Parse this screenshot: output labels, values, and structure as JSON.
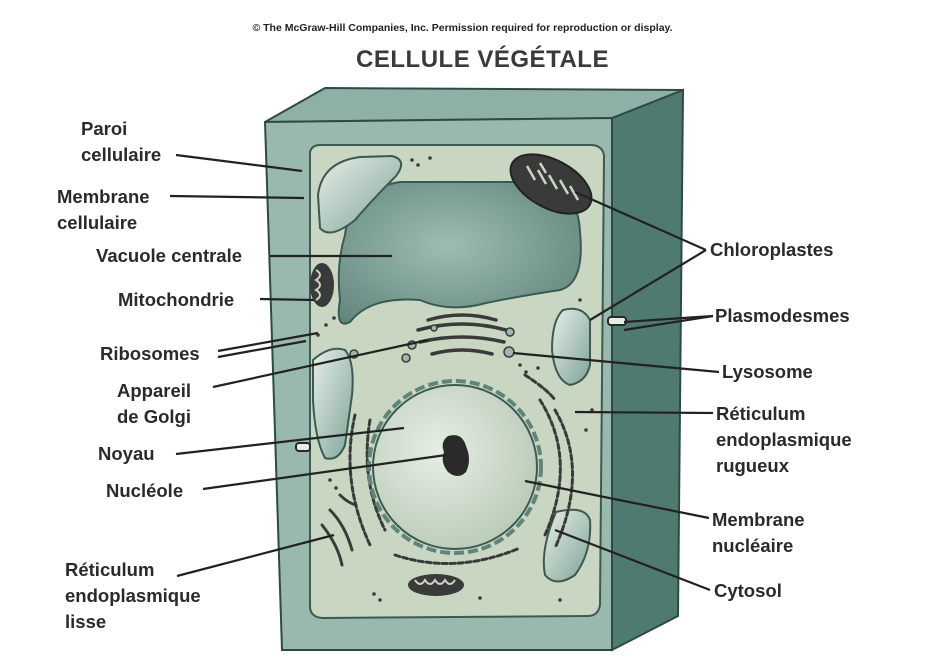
{
  "header": {
    "copyright": "© The McGraw-Hill Companies, Inc. Permission required for reproduction or display.",
    "title": "CELLULE VÉGÉTALE"
  },
  "labels": {
    "paroi": "Paroi\ncellulaire",
    "membrane": "Membrane\ncellulaire",
    "vacuole": "Vacuole centrale",
    "mitochondrie": "Mitochondrie",
    "ribosomes": "Ribosomes",
    "golgi": "Appareil\nde Golgi",
    "noyau": "Noyau",
    "nucleole": "Nucléole",
    "rel": "Réticulum\nendoplasmique\nlisse",
    "chloroplastes": "Chloroplastes",
    "plasmodesmes": "Plasmodesmes",
    "lysosome": "Lysosome",
    "rer": "Réticulum\nendoplasmique\nrugueux",
    "membrane_nucleaire": "Membrane\nnucléaire",
    "cytosol": "Cytosol"
  },
  "colors": {
    "wall": "#8fb0a6",
    "wall_dark": "#4f7a70",
    "cytoplasm": "#c9d6c2",
    "vacuole": "#7f9f95",
    "nucleus": "#cfdccd",
    "organelle": "#3a3a3a",
    "leader_line": "#222222"
  }
}
